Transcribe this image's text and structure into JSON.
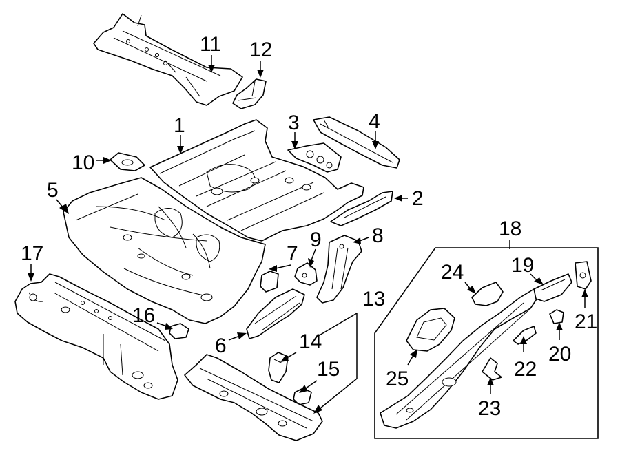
{
  "diagram": {
    "labels": {
      "n1": "1",
      "n2": "2",
      "n3": "3",
      "n4": "4",
      "n5": "5",
      "n6": "6",
      "n7": "7",
      "n8": "8",
      "n9": "9",
      "n10": "10",
      "n11": "11",
      "n12": "12",
      "n13": "13",
      "n14": "14",
      "n15": "15",
      "n16": "16",
      "n17": "17",
      "n18": "18",
      "n19": "19",
      "n20": "20",
      "n21": "21",
      "n22": "22",
      "n23": "23",
      "n24": "24",
      "n25": "25"
    }
  }
}
